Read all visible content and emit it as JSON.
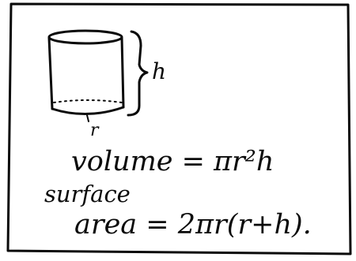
{
  "diagram": {
    "height_label": "h",
    "radius_label": "r",
    "volume_formula": "volume = πr²h",
    "surface_label": "surface",
    "area_formula": "area = 2πr(r+h)."
  }
}
